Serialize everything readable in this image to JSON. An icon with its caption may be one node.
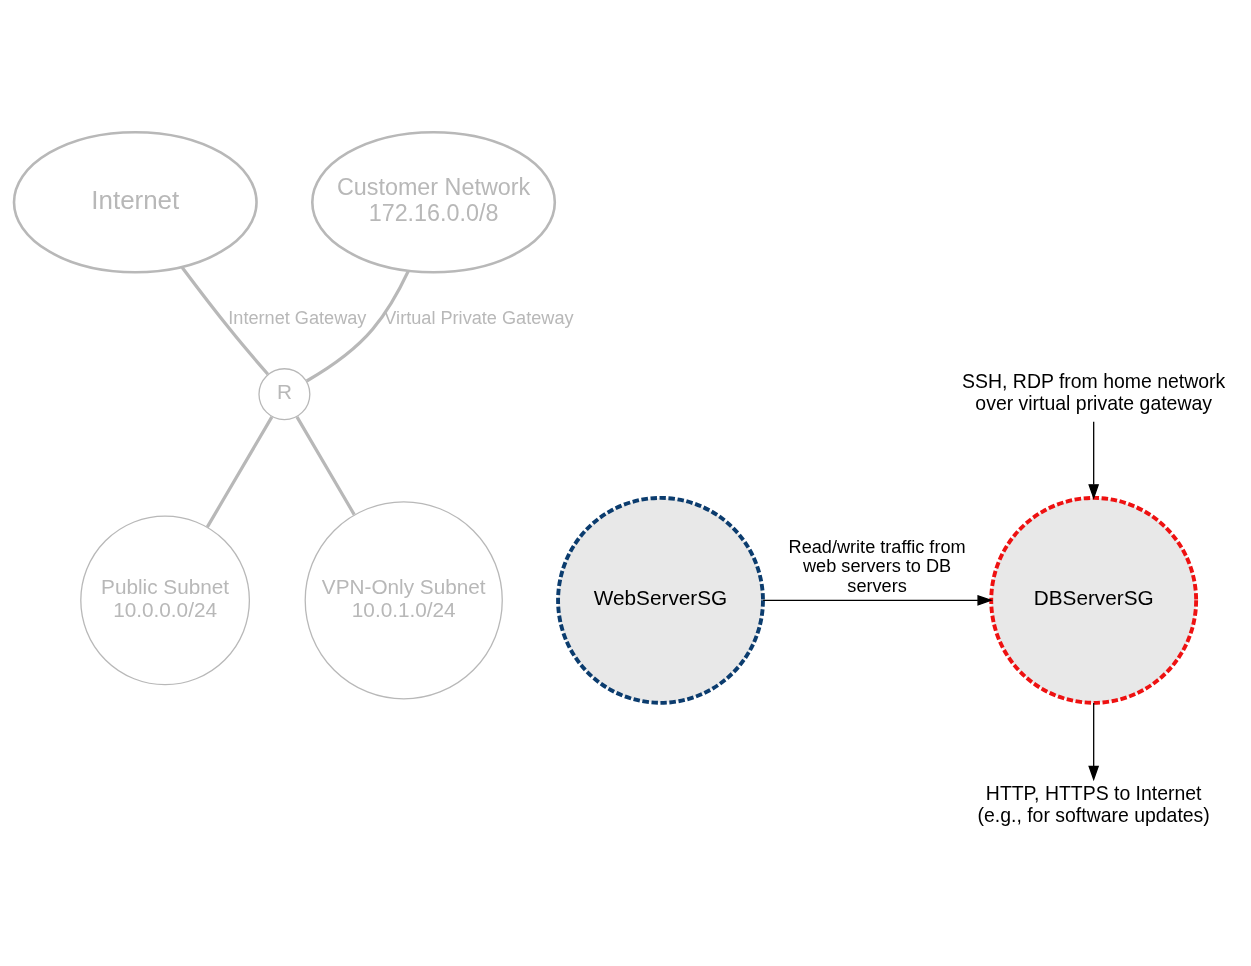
{
  "diagram": {
    "nodes": [
      {
        "text": [
          "Internet"
        ]
      },
      {
        "text": [
          "Customer Network",
          "172.16.0.0/8"
        ]
      },
      {
        "text": [
          "R"
        ]
      },
      {
        "text": [
          "WebServerSG"
        ]
      },
      {
        "text": [
          "DBServerSG"
        ]
      },
      {
        "text": [
          "Public Subnet 10.0.0.0/24"
        ]
      },
      {
        "text": [
          "VPN-Only Subnet 10.0.1.0/24"
        ]
      },
      {
        "text": [
          "SSH, RDP from home network over virtual private gateway"
        ]
      },
      {
        "text": [
          "HTTP, HTTPS to Internet (e.g., for software updates)"
        ]
      }
    ],
    "edges": [
      {
        "from": 0,
        "to": 2,
        "arrow": "none",
        "label": "Internet Gateway"
      },
      {
        "from": 1,
        "to": 2,
        "arrow": "none",
        "label": "Virtual Private Gateway"
      },
      {
        "from": 2,
        "to": 5,
        "arrow": "none"
      },
      {
        "from": 2,
        "to": 6,
        "arrow": "none"
      },
      {
        "from": 3,
        "to": 4,
        "arrow": "to",
        "label": "Read/write traffic from web servers to DB servers",
        "color": "#000000"
      },
      {
        "from": 7,
        "to": 4,
        "arrow": "to",
        "color": "#000000"
      },
      {
        "from": 4,
        "to": 8,
        "arrow": "to",
        "color": "#000000"
      }
    ]
  }
}
